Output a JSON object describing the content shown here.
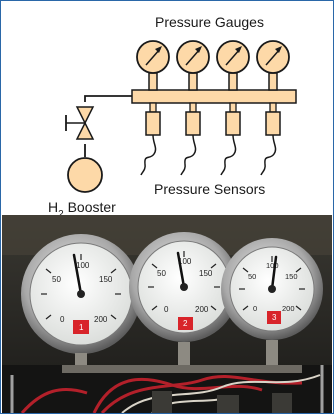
{
  "diagram": {
    "gauges_label": "Pressure Gauges",
    "sensors_label": "Pressure Sensors",
    "booster_label_prefix": "H",
    "booster_label_sub": "2",
    "booster_label_suffix": " Booster",
    "gauge_count": 4,
    "sensor_count": 4,
    "colors": {
      "component_fill": "#fdd9a8",
      "stroke": "#1a1a1a",
      "frame_border": "#2a67a8"
    }
  },
  "photo": {
    "gauges": [
      {
        "scale": [
          "50",
          "100",
          "150",
          "0",
          "200"
        ],
        "tag": "1"
      },
      {
        "scale": [
          "50",
          "100",
          "150",
          "0",
          "200"
        ],
        "tag": "2"
      },
      {
        "scale": [
          "50",
          "100",
          "150",
          "0",
          "200"
        ],
        "tag": "3"
      }
    ],
    "colors": {
      "tag": "#d8242a",
      "cable_red": "#b3202a",
      "background": "#2b2a26"
    }
  }
}
